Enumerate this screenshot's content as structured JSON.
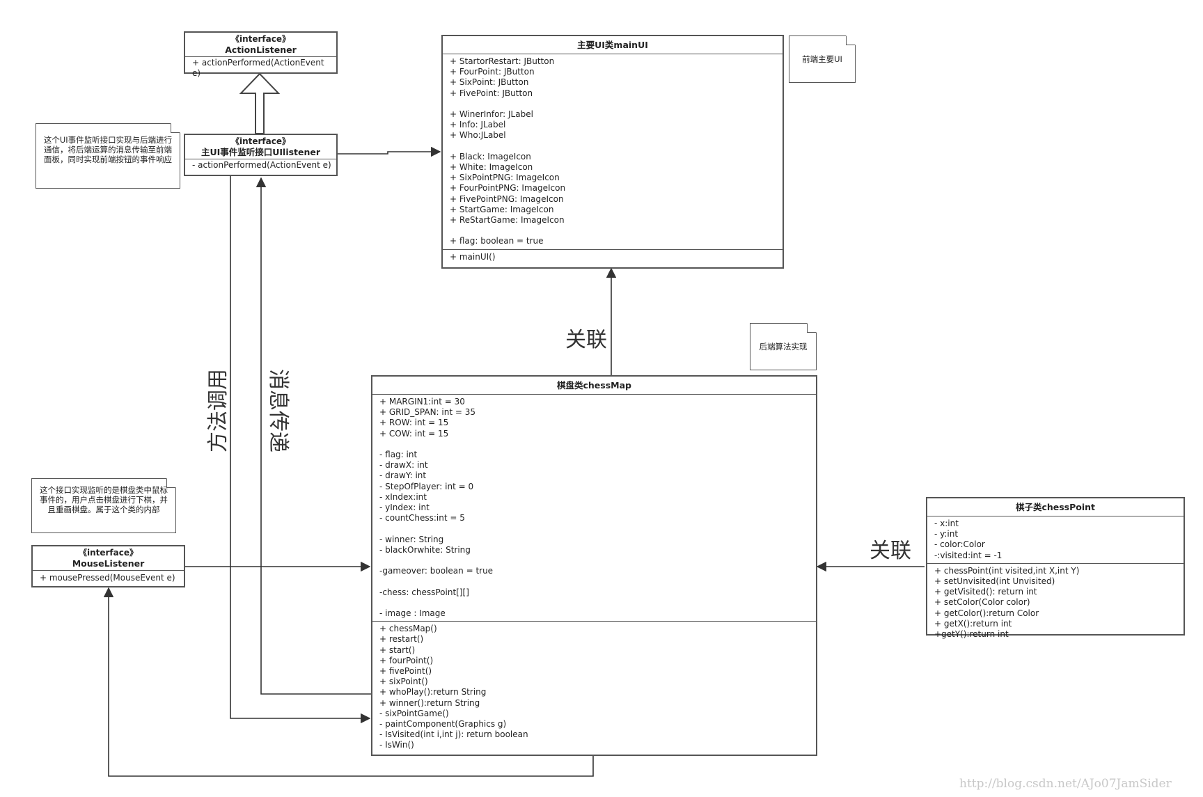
{
  "interface_action_listener": {
    "stereotype": "《interface》",
    "name": "ActionListener",
    "methods": [
      "+ actionPerformed(ActionEvent e)"
    ]
  },
  "interface_ui_listener": {
    "stereotype": "《interface》",
    "name": "主UI事件监听接口UIlistener",
    "methods": [
      "- actionPerformed(ActionEvent e)"
    ]
  },
  "class_main_ui": {
    "name": "主要UI类mainUI",
    "attributes": [
      "+ StartorRestart: JButton",
      "+ FourPoint: JButton",
      "+ SixPoint: JButton",
      "+ FivePoint: JButton",
      "",
      "+ WinerInfor: JLabel",
      "+ Info: JLabel",
      "+ Who:JLabel",
      "",
      "+ Black: ImageIcon",
      "+ White: ImageIcon",
      "+ SixPointPNG: ImageIcon",
      "+ FourPointPNG: ImageIcon",
      "+ FivePointPNG: ImageIcon",
      "+ StartGame: ImageIcon",
      "+ ReStartGame: ImageIcon",
      "",
      "+ flag: boolean = true"
    ],
    "methods": [
      "+ mainUI()"
    ]
  },
  "class_chess_map": {
    "name": "棋盘类chessMap",
    "attributes": [
      "+ MARGIN1:int = 30",
      "+ GRID_SPAN: int = 35",
      "+ ROW: int = 15",
      "+ COW: int = 15",
      "",
      "- flag: int",
      "- drawX: int",
      "- drawY: int",
      "- StepOfPlayer: int = 0",
      "- xIndex:int",
      "- yIndex: int",
      "- countChess:int = 5",
      "",
      "- winner: String",
      "- blackOrwhite: String",
      "",
      "-gameover: boolean = true",
      "",
      "-chess: chessPoint[][]",
      "",
      "- image : Image"
    ],
    "methods": [
      "+ chessMap()",
      "+ restart()",
      "+ start()",
      "+ fourPoint()",
      "+ fivePoint()",
      "+ sixPoint()",
      "+ whoPlay():return String",
      "+ winner():return String",
      "- sixPointGame()",
      "- paintComponent(Graphics g)",
      "- IsVisited(int i,int j): return boolean",
      "- IsWin()"
    ]
  },
  "class_chess_point": {
    "name": "棋子类chessPoint",
    "attributes": [
      "- x:int",
      "- y:int",
      "- color:Color",
      "-:visited:int = -1"
    ],
    "methods": [
      "+ chessPoint(int visited,int X,int Y)",
      "+ setUnvisited(int Unvisited)",
      "+ getVisited(): return int",
      "+ setColor(Color color)",
      "+ getColor():return Color",
      "+ getX():return int",
      "+getY():return int"
    ]
  },
  "interface_mouse_listener": {
    "stereotype": "《interface》",
    "name": "MouseListener",
    "methods": [
      "+ mousePressed(MouseEvent e)"
    ]
  },
  "notes": {
    "frontend": "前端主要UI",
    "backend": "后端算法实现",
    "ui_listener": "这个UI事件监听接口实现与后端进行通信，将后端运算的消息传输至前端面板，同时实现前端按钮的事件响应",
    "mouse_listener": "这个接口实现监听的是棋盘类中鼠标事件的，用户点击棋盘进行下棋，并且重画棋盘。属于这个类的内部"
  },
  "labels": {
    "assoc_top": "关联",
    "assoc_right": "关联",
    "method_call": "方法调用",
    "message_pass": "消息传递"
  },
  "watermark": "http://blog.csdn.net/AJo07JamSider"
}
